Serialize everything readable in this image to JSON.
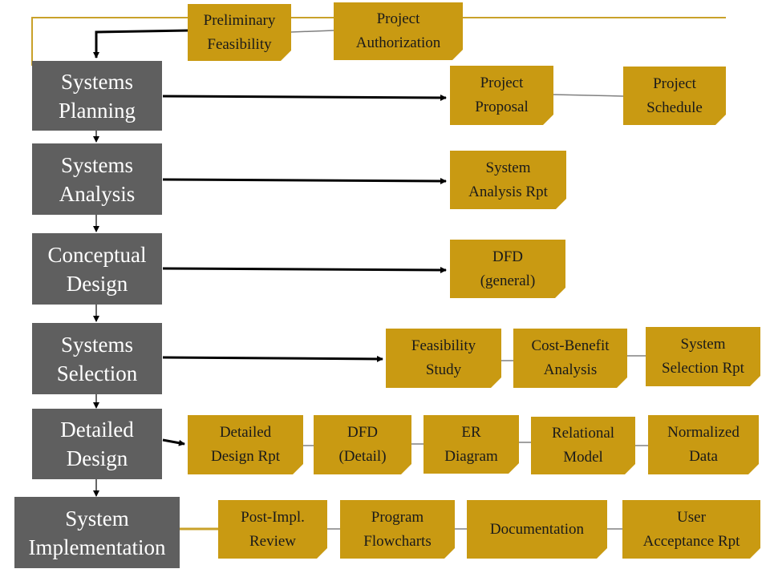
{
  "colors": {
    "phase_fill": "#5f5f5f",
    "document_fill": "#c99a12",
    "frame_line": "#c9a12a",
    "connector": "#808080",
    "arrow": "#000000"
  },
  "phases": [
    {
      "id": "planning",
      "label": "Systems\nPlanning"
    },
    {
      "id": "analysis",
      "label": "Systems\nAnalysis"
    },
    {
      "id": "conceptual",
      "label": "Conceptual\nDesign"
    },
    {
      "id": "selection",
      "label": "Systems\nSelection"
    },
    {
      "id": "detailed",
      "label": "Detailed\nDesign"
    },
    {
      "id": "implementation",
      "label": "System\nImplementation"
    }
  ],
  "documents": [
    {
      "id": "preliminary-feasibility",
      "label": "Preliminary\nFeasibility"
    },
    {
      "id": "project-authorization",
      "label": "Project\nAuthorization"
    },
    {
      "id": "project-proposal",
      "label": "Project\nProposal"
    },
    {
      "id": "project-schedule",
      "label": "Project\nSchedule"
    },
    {
      "id": "system-analysis-rpt",
      "label": "System\nAnalysis Rpt"
    },
    {
      "id": "dfd-general",
      "label": "DFD\n(general)"
    },
    {
      "id": "feasibility-study",
      "label": "Feasibility\nStudy"
    },
    {
      "id": "cost-benefit-analysis",
      "label": "Cost-Benefit\nAnalysis"
    },
    {
      "id": "system-selection-rpt",
      "label": "System\nSelection Rpt"
    },
    {
      "id": "detailed-design-rpt",
      "label": "Detailed\nDesign Rpt"
    },
    {
      "id": "dfd-detail",
      "label": "DFD\n(Detail)"
    },
    {
      "id": "er-diagram",
      "label": "ER\nDiagram"
    },
    {
      "id": "relational-model",
      "label": "Relational\nModel"
    },
    {
      "id": "normalized-data",
      "label": "Normalized\nData"
    },
    {
      "id": "post-impl-review",
      "label": "Post-Impl.\nReview"
    },
    {
      "id": "program-flowcharts",
      "label": "Program\nFlowcharts"
    },
    {
      "id": "documentation",
      "label": "Documentation"
    },
    {
      "id": "user-acceptance-rpt",
      "label": "User\nAcceptance Rpt"
    }
  ]
}
